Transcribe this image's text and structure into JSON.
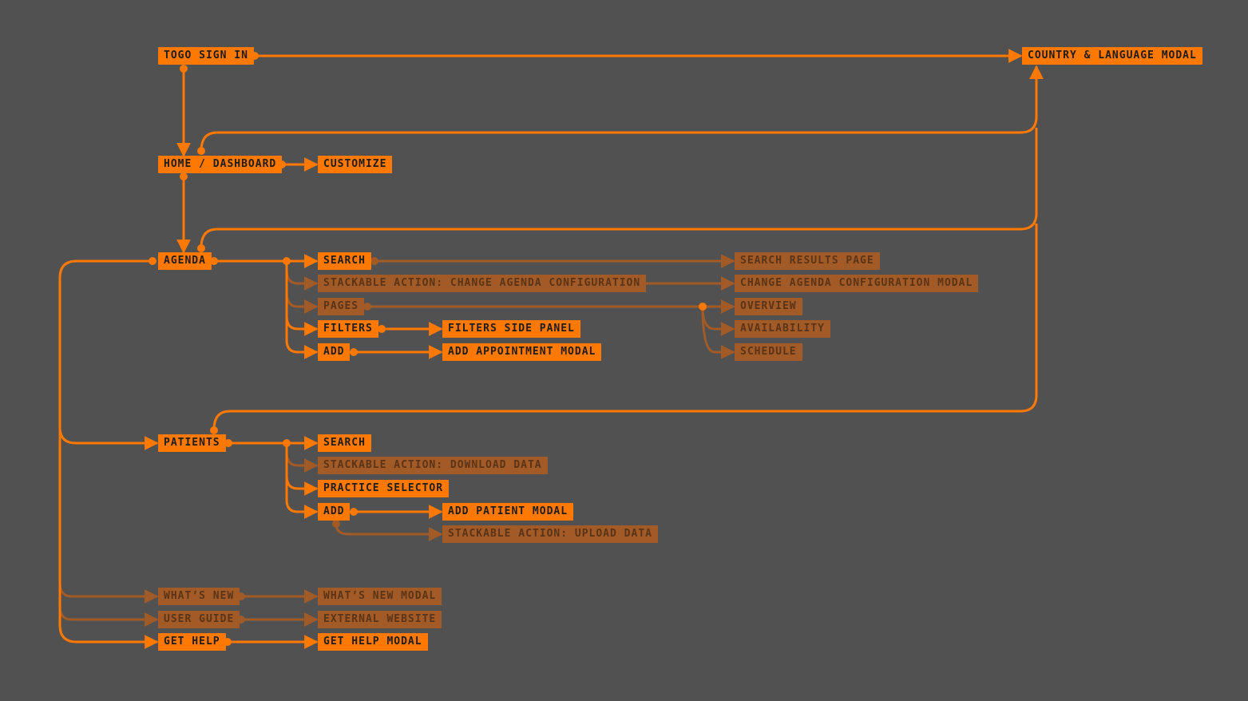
{
  "colors": {
    "background": "#515151",
    "active": "#ff7800",
    "active_text": "#1d1d1d",
    "inactive": "#a25a26",
    "inactive_text": "#5a3418"
  },
  "nodes": {
    "togo_sign_in": "TOGO SIGN IN",
    "country_language_modal": "COUNTRY & LANGUAGE MODAL",
    "home_dashboard": "HOME / DASHBOARD",
    "customize": "CUSTOMIZE",
    "agenda": "AGENDA",
    "agenda_search": "SEARCH",
    "search_results_page": "SEARCH RESULTS PAGE",
    "stackable_change_agenda": "STACKABLE ACTION: CHANGE AGENDA CONFIGURATION",
    "change_agenda_modal": "CHANGE AGENDA CONFIGURATION MODAL",
    "pages": "PAGES",
    "overview": "OVERVIEW",
    "availability": "AVAILABILITY",
    "schedule": "SCHEDULE",
    "filters": "FILTERS",
    "filters_side_panel": "FILTERS SIDE PANEL",
    "agenda_add": "ADD",
    "add_appointment_modal": "ADD APPOINTMENT MODAL",
    "patients": "PATIENTS",
    "patients_search": "SEARCH",
    "stackable_download": "STACKABLE ACTION: DOWNLOAD DATA",
    "practice_selector": "PRACTICE SELECTOR",
    "patients_add": "ADD",
    "add_patient_modal": "ADD PATIENT MODAL",
    "stackable_upload": "STACKABLE ACTION: UPLOAD DATA",
    "whats_new": "WHAT’S NEW",
    "whats_new_modal": "WHAT’S NEW MODAL",
    "user_guide": "USER GUIDE",
    "external_website": "EXTERNAL WEBSITE",
    "get_help": "GET HELP",
    "get_help_modal": "GET HELP MODAL"
  }
}
